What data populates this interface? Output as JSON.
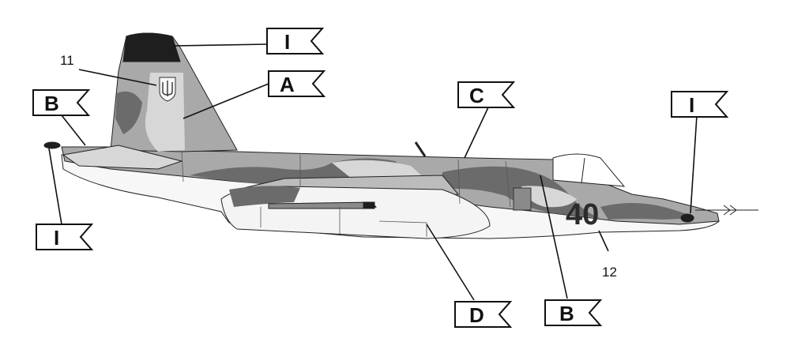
{
  "palette": {
    "light": "#d7d7d7",
    "mid": "#a9a9a9",
    "dark": "#6b6b6b",
    "black": "#1e1e1e",
    "white": "#f7f7f7",
    "line": "#222222"
  },
  "flags": {
    "tail_top": "I",
    "fin": "A",
    "tail_tip": "B",
    "spine": "C",
    "nose": "I",
    "tail_bottom": "I",
    "belly": "D",
    "cockpit_side": "B"
  },
  "callouts": {
    "emblem_number": "11",
    "bort_number_label": "12"
  },
  "aircraft": {
    "bort_number": "40",
    "emblem": "trident-emblem-icon"
  }
}
